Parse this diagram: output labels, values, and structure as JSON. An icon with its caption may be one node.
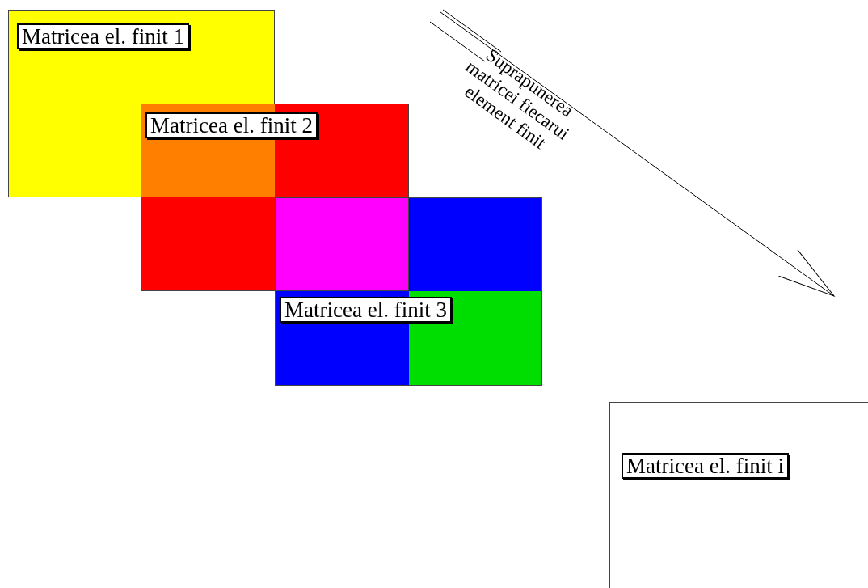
{
  "diagram": {
    "nodes": [
      {
        "text": [
          "Matricea el. finit 1"
        ]
      },
      {
        "text": [
          "Matricea el. finit 2"
        ]
      },
      {
        "text": [
          "Matricea el. finit 3"
        ]
      },
      {
        "text": [
          "Matricea el. finit i"
        ]
      }
    ],
    "labels": [
      "Suprapunerea matricei fiecarui element finit"
    ]
  }
}
